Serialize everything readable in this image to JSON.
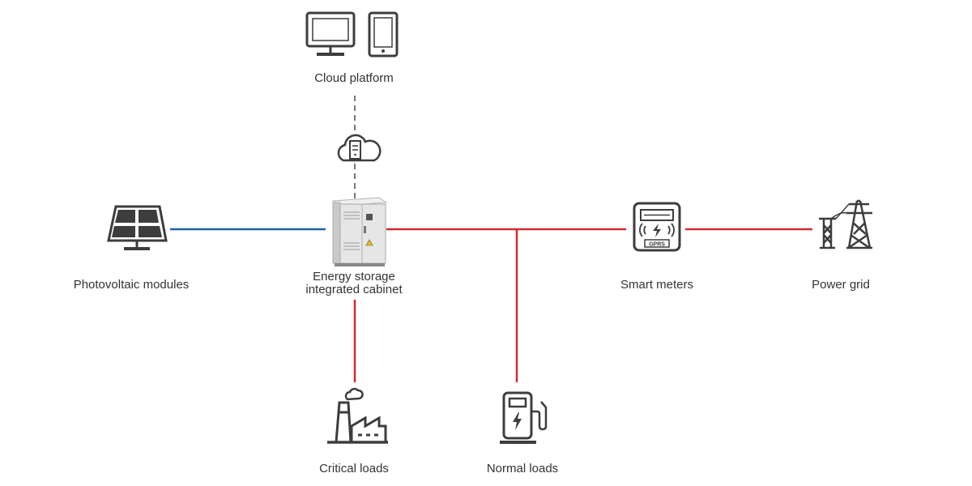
{
  "colors": {
    "ac_line": "#d12a30",
    "dc_line": "#1f5fa8",
    "comm_line": "#777777",
    "icon_stroke": "#3d3d3d",
    "label_text": "#333333"
  },
  "nodes": {
    "cloud_platform": {
      "label": "Cloud platform",
      "icons": [
        "monitor-icon",
        "tablet-icon"
      ]
    },
    "cloud": {
      "icon": "cloud-server-icon"
    },
    "cabinet": {
      "label_line1": "Energy storage",
      "label_line2": "integrated cabinet",
      "icon": "storage-cabinet-icon"
    },
    "pv": {
      "label": "Photovoltaic modules",
      "icon": "solar-panel-icon"
    },
    "meter": {
      "label": "Smart meters",
      "icon": "smart-meter-icon",
      "display_text": "GPRS"
    },
    "grid": {
      "label": "Power grid",
      "icon": "transmission-tower-icon"
    },
    "critical": {
      "label": "Critical loads",
      "icon": "factory-icon"
    },
    "normal": {
      "label": "Normal loads",
      "icon": "charging-station-icon"
    }
  }
}
